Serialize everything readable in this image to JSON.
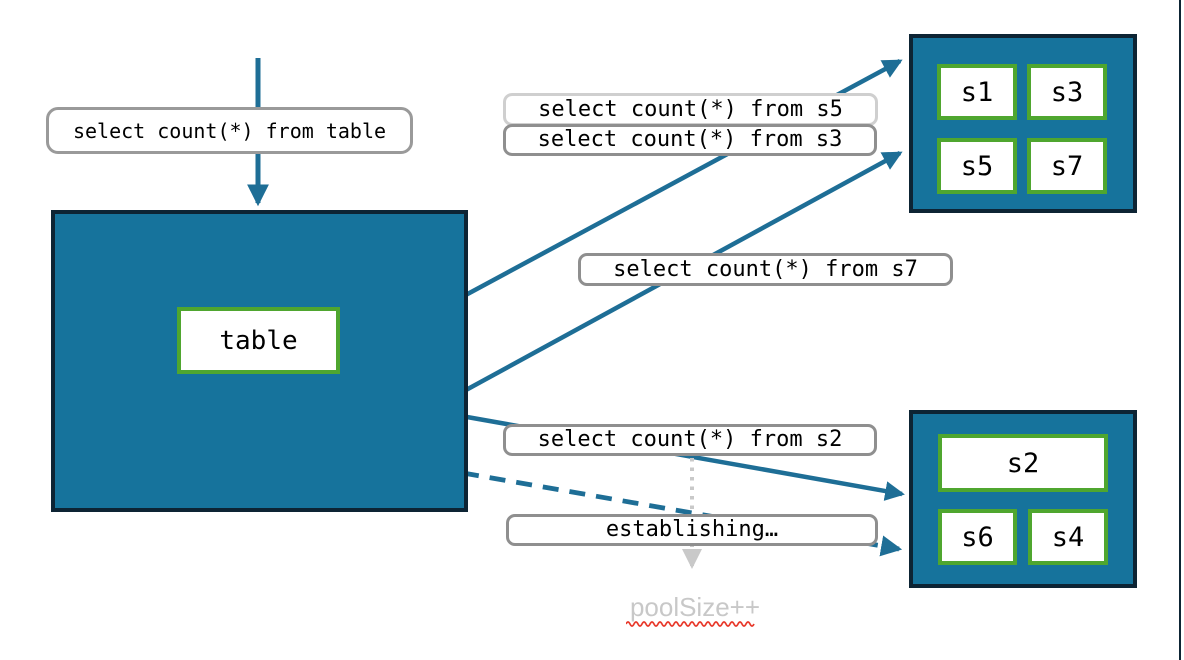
{
  "diagram": {
    "table_label": "table",
    "top_group_shards": [
      "s1",
      "s3",
      "s5",
      "s7"
    ],
    "bottom_group_wide_shard": "s2",
    "bottom_group_shards": [
      "s6",
      "s4"
    ],
    "queries": {
      "table": "select count(*) from table",
      "s5": "select count(*) from s5",
      "s3": "select count(*) from s3",
      "s7": "select count(*) from s7",
      "s2": "select count(*) from s2"
    },
    "status_establishing": "establishing…",
    "pool_annotation": "poolSize++"
  },
  "colors": {
    "node_fill": "#16739c",
    "node_border": "#0d2434",
    "shard_border": "#4fa62f",
    "arrow": "#1e6e96",
    "pill_border": "#8f8f8f",
    "pill_border_light": "#cfcfcf",
    "muted_text": "#c8c8c8",
    "spellcheck_underline": "#e8392b"
  }
}
